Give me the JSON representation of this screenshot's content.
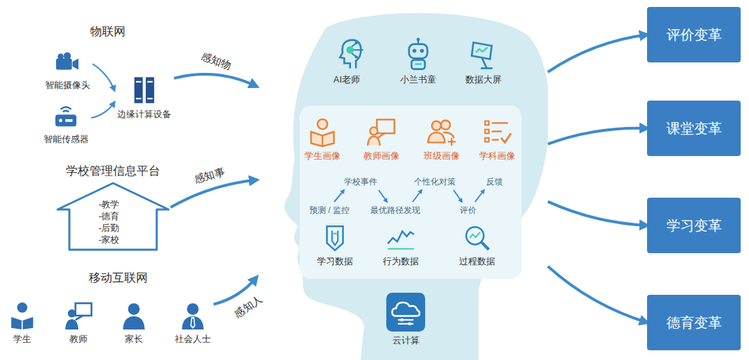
{
  "diagram": {
    "nodes": [
      {
        "text": [
          "智能摄像头"
        ]
      },
      {
        "text": [
          "智能传感器"
        ]
      },
      {
        "text": [
          "边缘计算设备"
        ]
      },
      {
        "text": [
          "学校管理信息平台",
          "-教学",
          "-德育",
          "-后勤",
          "-家校"
        ]
      },
      {
        "text": [
          "学生"
        ]
      },
      {
        "text": [
          "教师"
        ]
      },
      {
        "text": [
          "家长"
        ]
      },
      {
        "text": [
          "社会人士"
        ]
      },
      {
        "text": []
      },
      {
        "text": [
          "AI老师"
        ],
        "in": 8
      },
      {
        "text": [
          "小兰书童"
        ],
        "in": 8
      },
      {
        "text": [
          "数据大屏"
        ],
        "in": 8
      },
      {
        "text": [
          "学生画像"
        ],
        "in": 8
      },
      {
        "text": [
          "教师画像"
        ],
        "in": 8
      },
      {
        "text": [
          "班级画像"
        ],
        "in": 8
      },
      {
        "text": [
          "学科画像"
        ],
        "in": 8
      },
      {
        "text": [
          "学习数据"
        ],
        "in": 8
      },
      {
        "text": [
          "行为数据"
        ],
        "in": 8
      },
      {
        "text": [
          "过程数据"
        ],
        "in": 8
      },
      {
        "text": [
          "云计算"
        ],
        "in": 8
      },
      {
        "text": [
          "评价变革"
        ]
      },
      {
        "text": [
          "课堂变革"
        ]
      },
      {
        "text": [
          "学习变革"
        ]
      },
      {
        "text": [
          "德育变革"
        ]
      }
    ],
    "edges": [
      {
        "from": 0,
        "to": 2,
        "arrow": "to"
      },
      {
        "from": 1,
        "to": 2,
        "arrow": "to"
      },
      {
        "from": 2,
        "to": 8,
        "label": "感知物",
        "arrow": "to"
      },
      {
        "from": 3,
        "to": 8,
        "label": "感知事",
        "arrow": "to"
      },
      {
        "from": 7,
        "to": 8,
        "label": "感知人",
        "arrow": "to"
      },
      {
        "from": 8,
        "to": 20,
        "arrow": "to"
      },
      {
        "from": 8,
        "to": 21,
        "arrow": "to"
      },
      {
        "from": 8,
        "to": 22,
        "arrow": "to"
      },
      {
        "from": 8,
        "to": 23,
        "arrow": "to"
      }
    ],
    "labels": [
      "物联网",
      "移动互联网",
      "学校事件",
      "个性化对策",
      "反馈",
      "预测 / 监控",
      "最优路径发现",
      "评价"
    ]
  }
}
